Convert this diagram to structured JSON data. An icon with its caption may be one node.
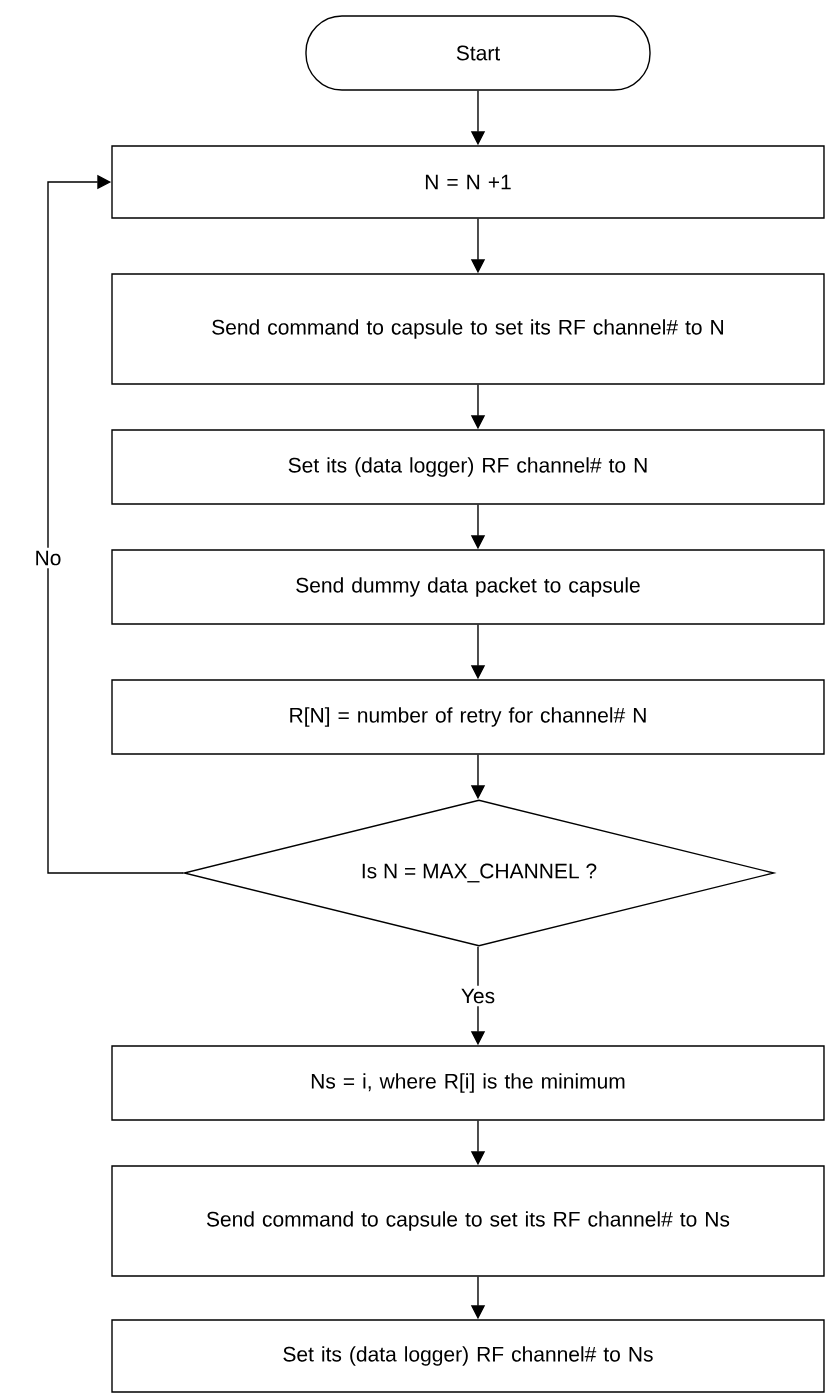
{
  "diagram": {
    "nodes": [
      {
        "text": [
          "Start"
        ]
      },
      {
        "text": [
          "N = N +1"
        ]
      },
      {
        "text": [
          "Send command to capsule to set its RF channel# to N"
        ]
      },
      {
        "text": [
          "Set its (data logger) RF channel# to N"
        ]
      },
      {
        "text": [
          "Send dummy data packet to capsule"
        ]
      },
      {
        "text": [
          "R[N] = number of retry for channel# N"
        ]
      },
      {
        "text": [
          "Is N = MAX_CHANNEL ?"
        ]
      },
      {
        "text": [
          "Ns = i, where R[i] is the minimum"
        ]
      },
      {
        "text": [
          "Send command to capsule to set its RF channel# to Ns"
        ]
      },
      {
        "text": [
          "Set its (data logger) RF channel# to Ns"
        ]
      }
    ],
    "edges": [
      {
        "from": 0,
        "to": 1,
        "arrow": "to"
      },
      {
        "from": 1,
        "to": 2,
        "arrow": "to"
      },
      {
        "from": 2,
        "to": 3,
        "arrow": "to"
      },
      {
        "from": 3,
        "to": 4,
        "arrow": "to"
      },
      {
        "from": 4,
        "to": 5,
        "arrow": "to"
      },
      {
        "from": 5,
        "to": 6,
        "arrow": "to"
      },
      {
        "from": 6,
        "to": 7,
        "arrow": "to",
        "label": "Yes"
      },
      {
        "from": 7,
        "to": 8,
        "arrow": "to"
      },
      {
        "from": 8,
        "to": 9,
        "arrow": "to"
      },
      {
        "from": 6,
        "to": 1,
        "arrow": "to",
        "label": "No"
      }
    ]
  }
}
